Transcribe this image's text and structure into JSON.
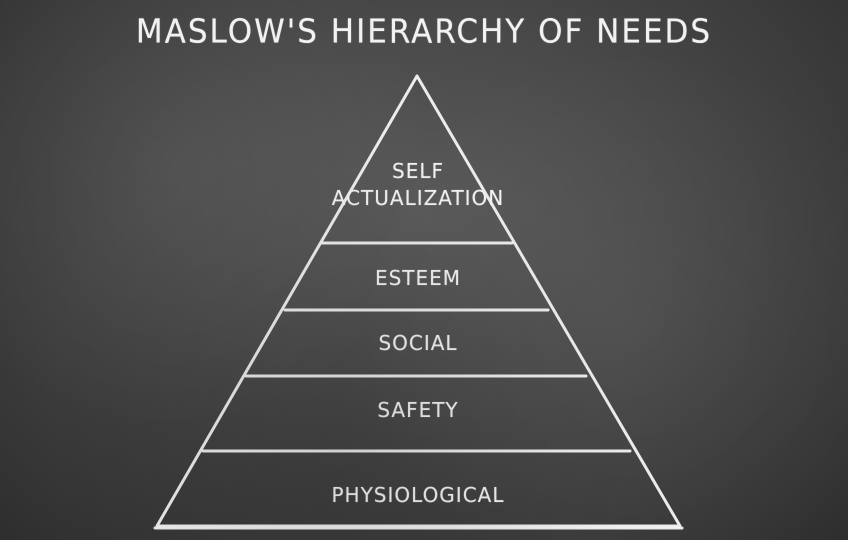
{
  "title": "MASLOW'S HIERARCHY OF NEEDS",
  "levels": [
    {
      "label_line1": "SELF",
      "label_line2": "ACTUALIZATION"
    },
    {
      "label": "ESTEEM"
    },
    {
      "label": "SOCIAL"
    },
    {
      "label": "SAFETY"
    },
    {
      "label": "PHYSIOLOGICAL"
    }
  ],
  "colors": {
    "chalk": "#f4f4f4",
    "board": "#4a4a4a"
  }
}
